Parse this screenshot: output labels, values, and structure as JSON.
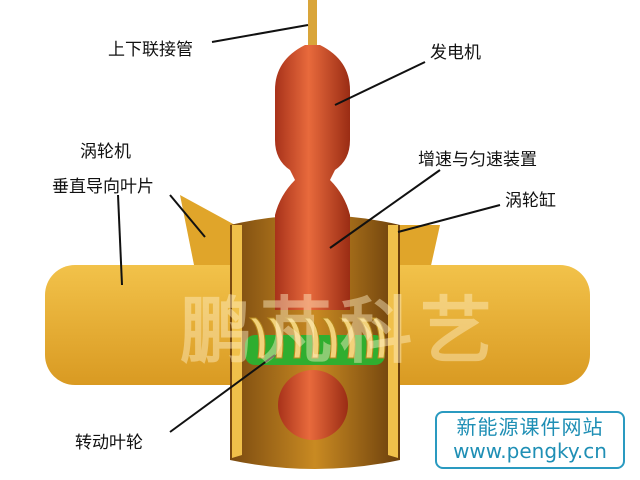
{
  "labels": {
    "connecting_pipe": "上下联接管",
    "generator": "发电机",
    "gearbox": "增速与匀速装置",
    "turbine_casing": "涡轮缸",
    "turbine_line1": "涡轮机",
    "turbine_line2": "垂直导向叶片",
    "rotor": "转动叶轮"
  },
  "watermark": "鹏芃科艺",
  "badge": {
    "line1": "新能源课件网站",
    "line2": "www.pengky.cn"
  },
  "colors": {
    "fin": "#e8b132",
    "generator": "#d4522a",
    "blades_green": "#2fae2f",
    "badge": "#2a9ac0"
  }
}
